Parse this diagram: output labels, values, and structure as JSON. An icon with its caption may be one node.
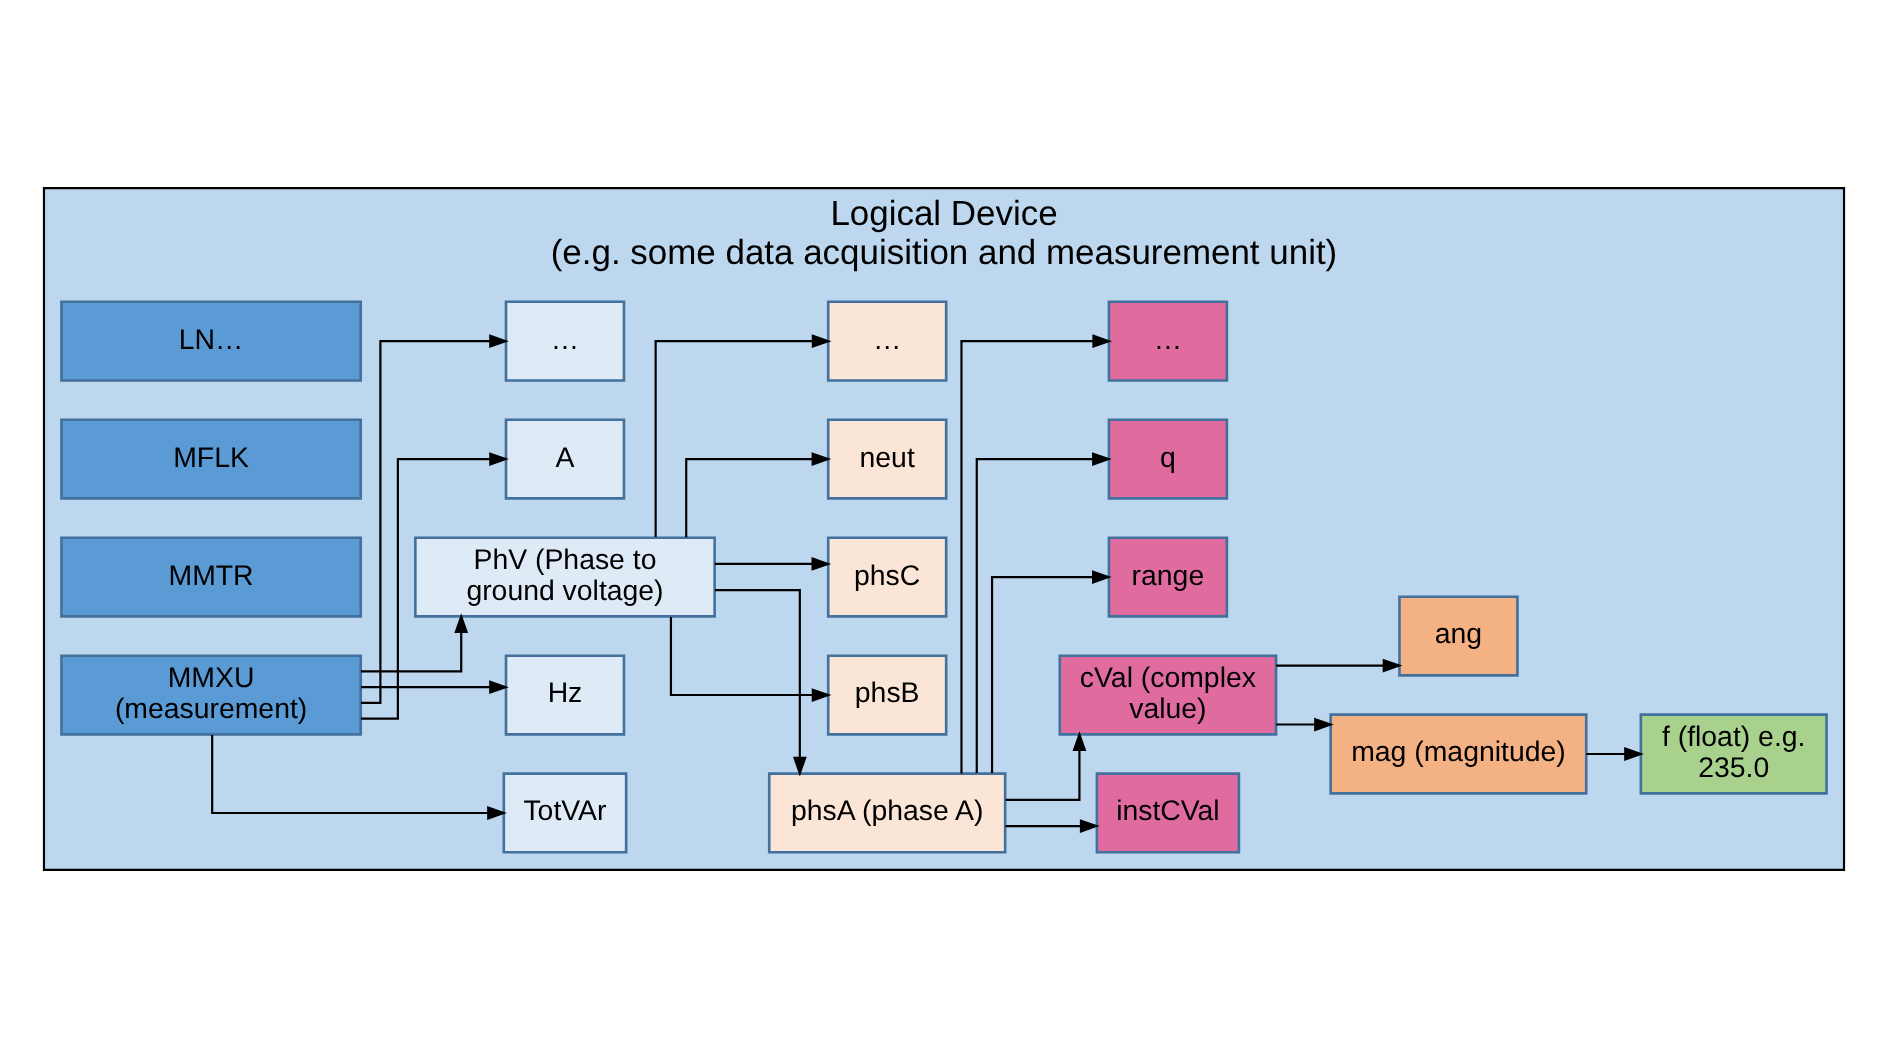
{
  "diagram": {
    "nodes": [
      {
        "text": [
          "Logical Device",
          "(e.g. some data acquisition and measurement unit)"
        ]
      },
      {
        "text": [
          "MMXU (measurement)"
        ],
        "in": 0
      },
      {
        "text": [
          "MMTR"
        ],
        "in": 0
      },
      {
        "text": [
          "MFLK"
        ],
        "in": 0
      },
      {
        "text": [
          "LN…"
        ],
        "in": 0
      },
      {
        "text": [
          "TotVAr"
        ],
        "in": 0
      },
      {
        "text": [
          "Hz"
        ],
        "in": 0
      },
      {
        "text": [
          "PhV (Phase to ground voltage)"
        ],
        "in": 0
      },
      {
        "text": [
          "A"
        ],
        "in": 0
      },
      {
        "text": [
          "…"
        ],
        "in": 0
      },
      {
        "text": [
          "phsA (phase A)"
        ],
        "in": 0
      },
      {
        "text": [
          "phsB"
        ],
        "in": 0
      },
      {
        "text": [
          "phsC"
        ],
        "in": 0
      },
      {
        "text": [
          "neut"
        ],
        "in": 0
      },
      {
        "text": [
          "…"
        ],
        "in": 0
      },
      {
        "text": [
          "instCVal"
        ],
        "in": 0
      },
      {
        "text": [
          "cVal (complex value)"
        ],
        "in": 0
      },
      {
        "text": [
          "range"
        ],
        "in": 0
      },
      {
        "text": [
          "q"
        ],
        "in": 0
      },
      {
        "text": [
          "…"
        ],
        "in": 0
      },
      {
        "text": [
          "mag (magnitude)"
        ],
        "in": 0
      },
      {
        "text": [
          "ang"
        ],
        "in": 0
      },
      {
        "text": [
          "f (float) e.g. 235.0"
        ],
        "in": 0
      }
    ],
    "edges": [
      {
        "from": 1,
        "to": 5,
        "arrow": "to"
      },
      {
        "from": 1,
        "to": 6,
        "arrow": "to"
      },
      {
        "from": 1,
        "to": 7,
        "arrow": "to"
      },
      {
        "from": 1,
        "to": 8,
        "arrow": "to"
      },
      {
        "from": 1,
        "to": 9,
        "arrow": "to"
      },
      {
        "from": 7,
        "to": 10,
        "arrow": "to"
      },
      {
        "from": 7,
        "to": 11,
        "arrow": "to"
      },
      {
        "from": 7,
        "to": 12,
        "arrow": "to"
      },
      {
        "from": 7,
        "to": 13,
        "arrow": "to"
      },
      {
        "from": 7,
        "to": 14,
        "arrow": "to"
      },
      {
        "from": 10,
        "to": 15,
        "arrow": "to"
      },
      {
        "from": 10,
        "to": 16,
        "arrow": "to"
      },
      {
        "from": 10,
        "to": 17,
        "arrow": "to"
      },
      {
        "from": 10,
        "to": 18,
        "arrow": "to"
      },
      {
        "from": 10,
        "to": 19,
        "arrow": "to"
      },
      {
        "from": 16,
        "to": 20,
        "arrow": "to"
      },
      {
        "from": 16,
        "to": 21,
        "arrow": "to"
      },
      {
        "from": 20,
        "to": 22,
        "arrow": "to"
      }
    ]
  }
}
